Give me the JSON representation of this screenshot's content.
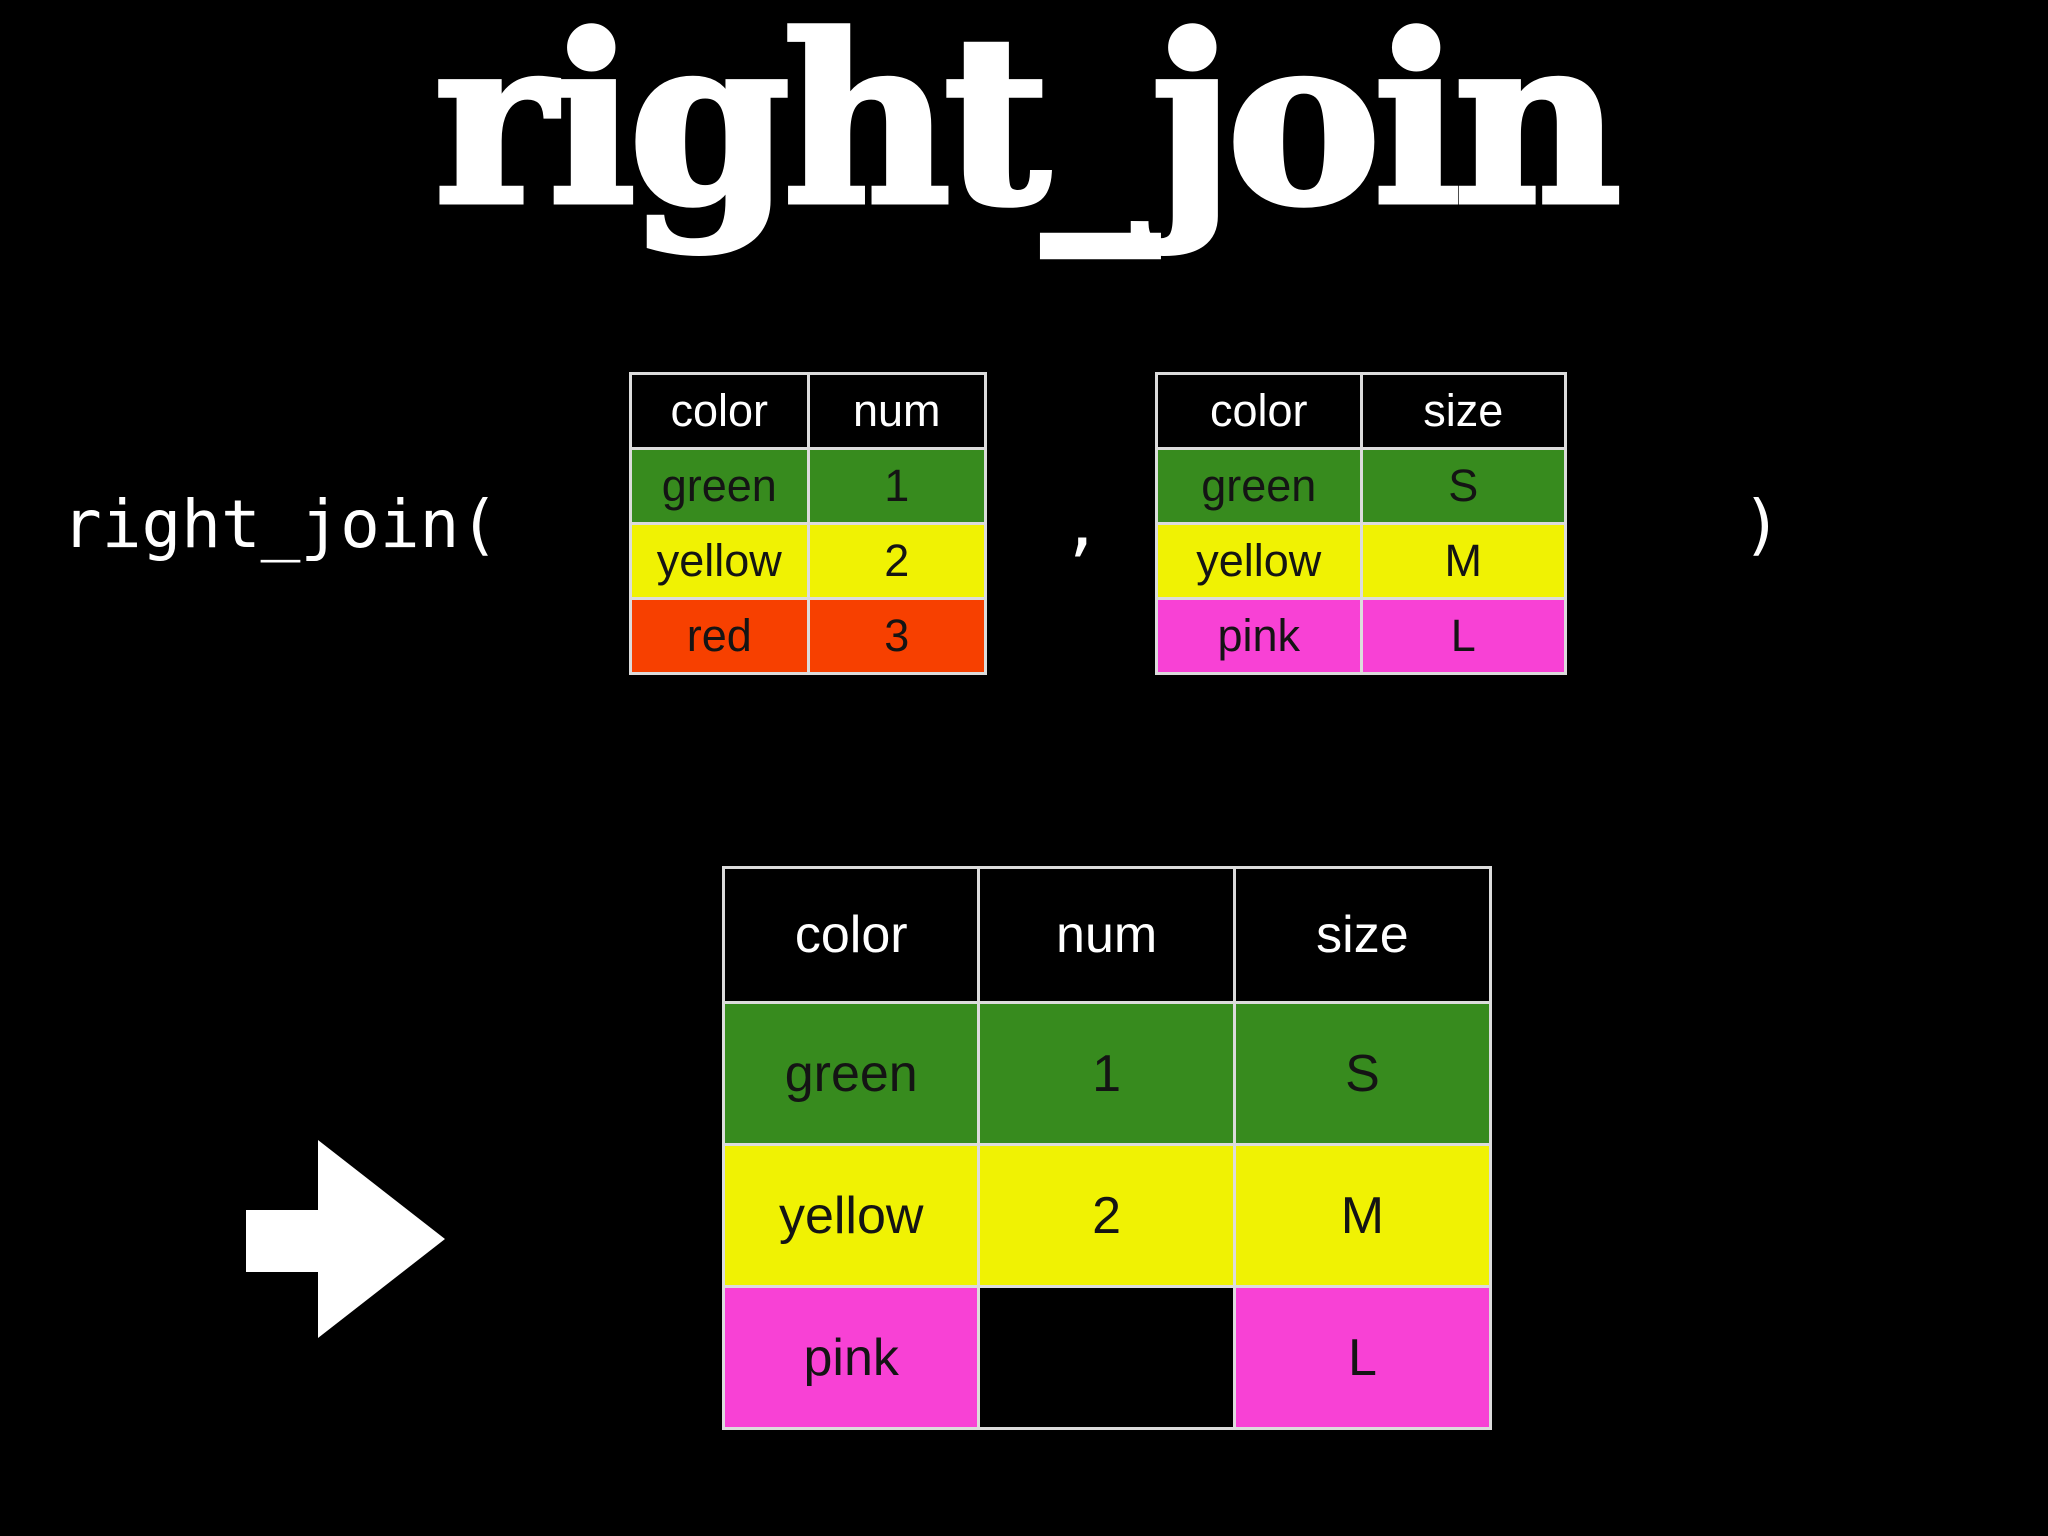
{
  "title": "right_join",
  "expression": {
    "function_open": "right_join(",
    "separator": ",",
    "close_paren": ")"
  },
  "left_table": {
    "headers": [
      "color",
      "num"
    ],
    "rows": [
      {
        "cells": [
          "green",
          "1"
        ],
        "bg": "green"
      },
      {
        "cells": [
          "yellow",
          "2"
        ],
        "bg": "yellow"
      },
      {
        "cells": [
          "red",
          "3"
        ],
        "bg": "red"
      }
    ]
  },
  "right_table": {
    "headers": [
      "color",
      "size"
    ],
    "rows": [
      {
        "cells": [
          "green",
          "S"
        ],
        "bg": "green"
      },
      {
        "cells": [
          "yellow",
          "M"
        ],
        "bg": "yellow"
      },
      {
        "cells": [
          "pink",
          "L"
        ],
        "bg": "pink"
      }
    ]
  },
  "result_table": {
    "headers": [
      "color",
      "num",
      "size"
    ],
    "rows": [
      {
        "cells": [
          "green",
          "1",
          "S"
        ],
        "bg": "green"
      },
      {
        "cells": [
          "yellow",
          "2",
          "M"
        ],
        "bg": "yellow"
      },
      {
        "cells": [
          "pink",
          "",
          "L"
        ],
        "bg": "pink",
        "missing": "num"
      }
    ]
  },
  "icons": {
    "arrow": "right-arrow-icon"
  },
  "colors": {
    "background": "#000000",
    "title_text": "#ffffff",
    "header_bg": "#000000",
    "header_text": "#ffffff",
    "cell_text": "#141414",
    "table_border": "#dcdcdc",
    "green": "#378b1e",
    "yellow": "#f0f203",
    "red": "#f74000",
    "pink": "#f841d5",
    "na_cell": "#000000",
    "arrow_fill": "#ffffff"
  }
}
